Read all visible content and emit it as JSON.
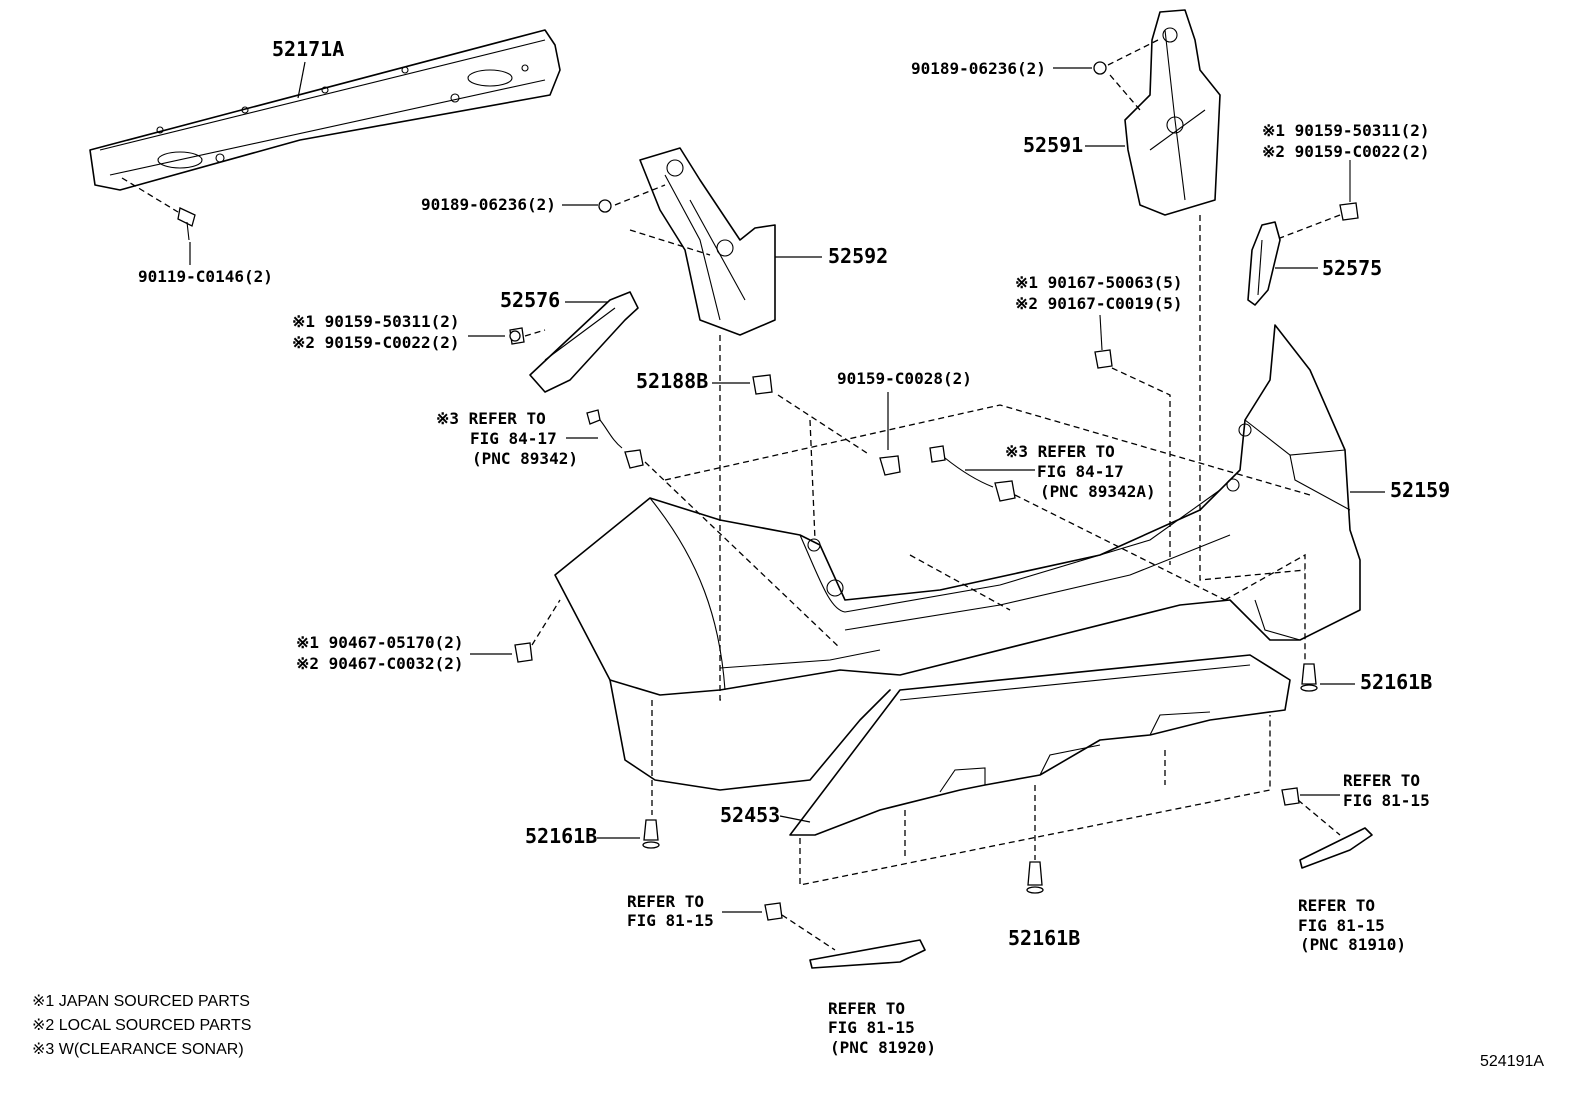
{
  "parts": {
    "p52171A": "52171A",
    "p90119": "90119-C0146(2)",
    "p90189_left": "90189-06236(2)",
    "p52592": "52592",
    "p52576": "52576",
    "p90159_5_left": "※1 90159-50311(2)",
    "p90159_C_left": "※2 90159-C0022(2)",
    "p52188B": "52188B",
    "ref3_left_1": "※3 REFER TO",
    "ref3_left_2": "FIG 84-17",
    "ref3_left_3": "(PNC 89342)",
    "p90159_C0028": "90159-C0028(2)",
    "p90189_right": "90189-06236(2)",
    "p52591": "52591",
    "p90159_5_right": "※1 90159-50311(2)",
    "p90159_C_right": "※2 90159-C0022(2)",
    "p52575": "52575",
    "p90167_5": "※1 90167-50063(5)",
    "p90167_C": "※2 90167-C0019(5)",
    "ref3_right_1": "※3 REFER TO",
    "ref3_right_2": "FIG 84-17",
    "ref3_right_3": "(PNC 89342A)",
    "p52159": "52159",
    "p90467_0": "※1 90467-05170(2)",
    "p90467_C": "※2 90467-C0032(2)",
    "p52161B_right": "52161B",
    "p52161B_left": "52161B",
    "p52453": "52453",
    "p52161B_center": "52161B",
    "ref_fig_left_1": "REFER TO",
    "ref_fig_left_2": "FIG 81-15",
    "ref_fig_bottom_1": "REFER TO",
    "ref_fig_bottom_2": "FIG 81-15",
    "ref_fig_bottom_3": "(PNC 81920)",
    "ref_fig_right_top_1": "REFER TO",
    "ref_fig_right_top_2": "FIG 81-15",
    "ref_fig_right_1": "REFER TO",
    "ref_fig_right_2": "FIG 81-15",
    "ref_fig_right_3": "(PNC 81910)"
  },
  "legend": {
    "note1": "※1 JAPAN SOURCED PARTS",
    "note2": "※2 LOCAL SOURCED PARTS",
    "note3": "※3 W(CLEARANCE SONAR)"
  },
  "figure_id": "524191A"
}
